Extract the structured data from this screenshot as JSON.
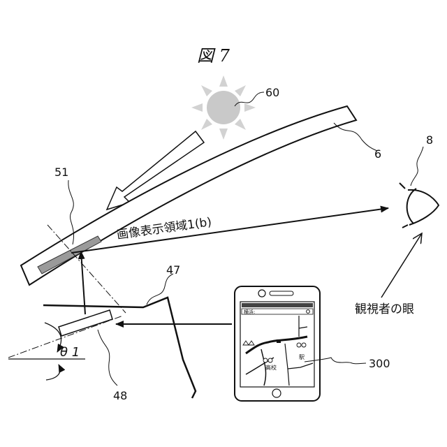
{
  "figure": {
    "title": "図 7"
  },
  "labels": {
    "sun": "60",
    "windshield": "6",
    "eye": "8",
    "region": "51",
    "mirror": "47",
    "projector": "48",
    "smartphone": "300",
    "angle": "θ 1"
  },
  "captions": {
    "display_region": "画像表示領域1(b)",
    "viewer_eye": "観視者の眼"
  },
  "phone_screen": {
    "search_label": "横浜:",
    "school_label": "高校",
    "station_label": "駅"
  }
}
